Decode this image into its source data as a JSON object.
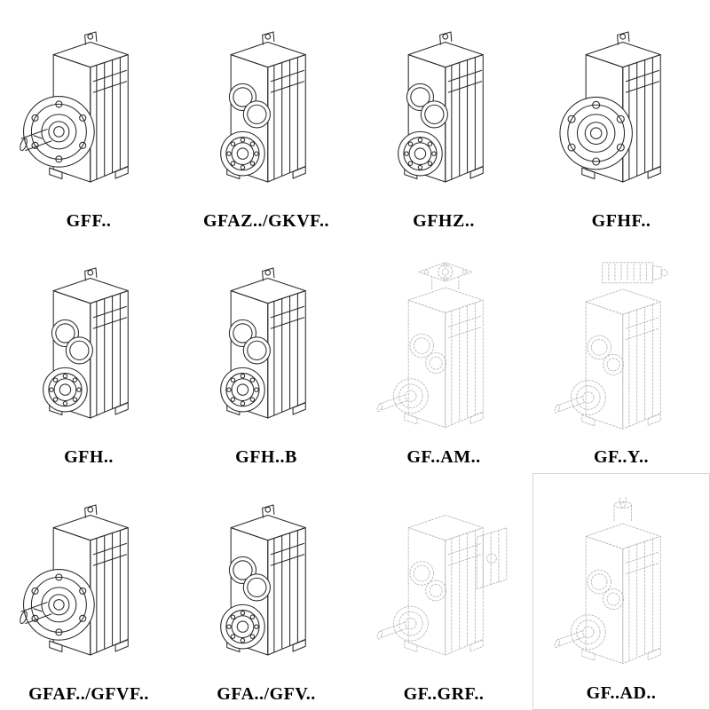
{
  "page": {
    "background": "#ffffff"
  },
  "drawing_colors": {
    "solid": "#2b2b2b",
    "faded": "#b9b9b9"
  },
  "cells": [
    {
      "label": "GFF..",
      "icon": "gearbox-flange-output-shaft-drawing",
      "style": "solid"
    },
    {
      "label": "GFAZ../GKVF..",
      "icon": "gearbox-hollow-bore-drawing",
      "style": "solid"
    },
    {
      "label": "GFHZ..",
      "icon": "gearbox-hollow-bore-drawing",
      "style": "solid"
    },
    {
      "label": "GFHF..",
      "icon": "gearbox-front-flange-drawing",
      "style": "solid"
    },
    {
      "label": "GFH..",
      "icon": "gearbox-hollow-bore-drawing",
      "style": "solid"
    },
    {
      "label": "GFH..B",
      "icon": "gearbox-hollow-bore-drawing",
      "style": "solid"
    },
    {
      "label": "GF..AM..",
      "icon": "gearbox-top-motor-flange-drawing",
      "style": "faded"
    },
    {
      "label": "GF..Y..",
      "icon": "gearbox-mounted-motor-drawing",
      "style": "faded"
    },
    {
      "label": "GFAF../GFVF..",
      "icon": "gearbox-flange-output-shaft-drawing",
      "style": "solid"
    },
    {
      "label": "GFA../GFV..",
      "icon": "gearbox-hollow-bore-drawing",
      "style": "solid"
    },
    {
      "label": "GF..GRF..",
      "icon": "gearbox-side-adapter-block-drawing",
      "style": "faded"
    },
    {
      "label": "GF..AD..",
      "icon": "gearbox-top-input-shaft-drawing",
      "style": "faded"
    }
  ]
}
